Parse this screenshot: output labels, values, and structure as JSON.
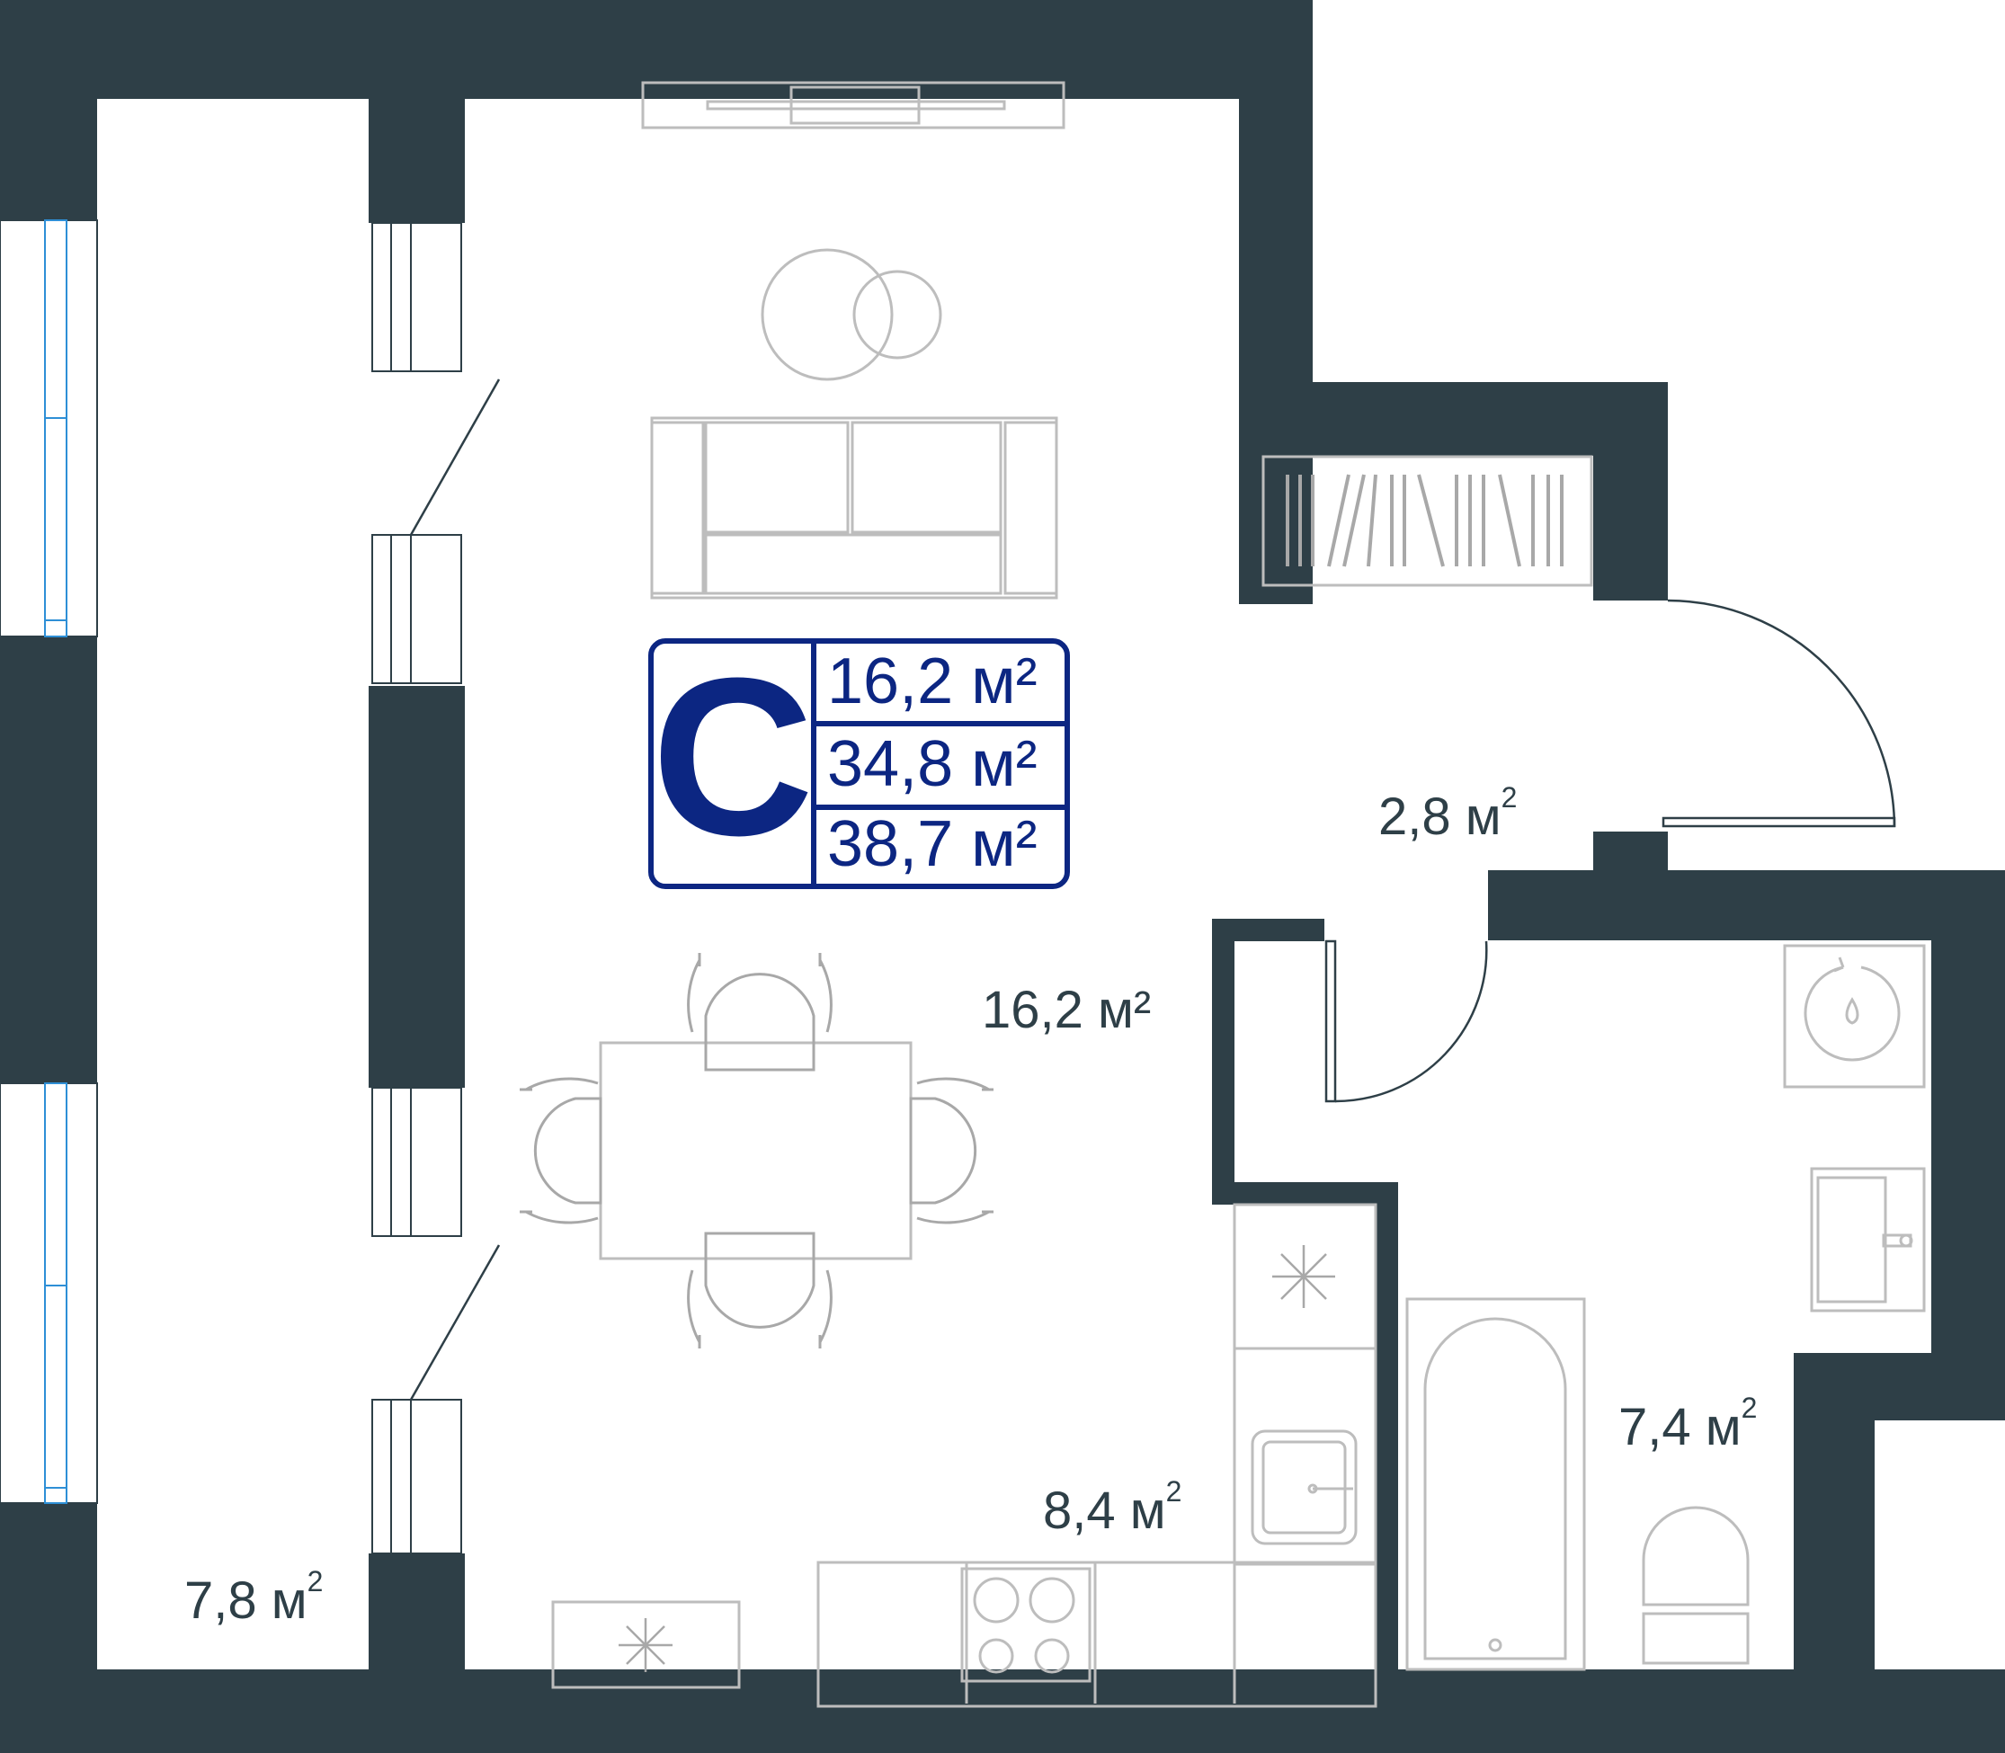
{
  "plan": {
    "colors": {
      "wall": "#2e3f47",
      "furniture_line": "#bdbdbd",
      "window_frame": "#2e8fd6",
      "badge": "#0c2682",
      "background": "#ffffff"
    },
    "badge": {
      "letter": "C",
      "living_area": "16,2 м²",
      "total_area": "34,8 м²",
      "total_with_balcony": "38,7 м²"
    },
    "rooms": {
      "living_room": {
        "area": "16,2 м²"
      },
      "hall": {
        "area": "2,8 м",
        "sup": "2"
      },
      "balcony": {
        "area": "7,8 м",
        "sup": "2"
      },
      "kitchen": {
        "area": "8,4 м",
        "sup": "2"
      },
      "bathroom": {
        "area": "7,4 м",
        "sup": "2"
      }
    },
    "icons": [
      "sofa-icon",
      "coffee-table-icon",
      "tv-stand-icon",
      "dining-table-icon",
      "chair-icon",
      "wardrobe-icon",
      "fridge-icon",
      "sink-icon",
      "stove-icon",
      "bathtub-icon",
      "toilet-icon",
      "washing-machine-icon",
      "washbasin-icon"
    ]
  }
}
